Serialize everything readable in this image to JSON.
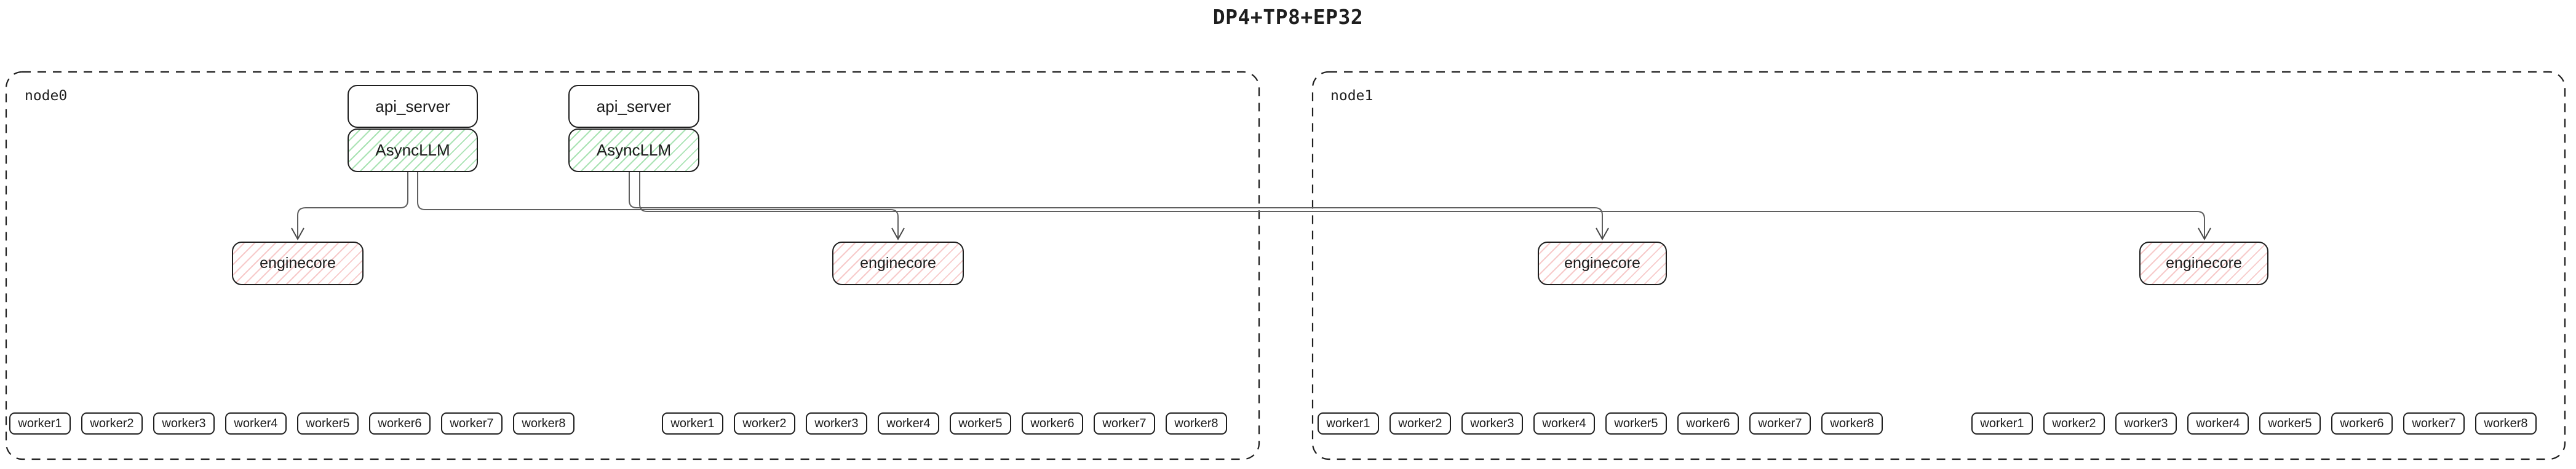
{
  "title": "DP4+TP8+EP32",
  "colors": {
    "background": "#ffffff",
    "box_border": "#1e1e1e",
    "connector": "#5f5f5f",
    "green_hatch": "#40c057",
    "red_hatch": "#e03131"
  },
  "nodes": [
    {
      "label": "node0",
      "stacks": [
        {
          "api_server": "api_server",
          "async_llm": "AsyncLLM"
        },
        {
          "api_server": "api_server",
          "async_llm": "AsyncLLM"
        }
      ],
      "enginecores": [
        {
          "label": "enginecore"
        },
        {
          "label": "enginecore"
        }
      ],
      "worker_groups": [
        {
          "workers": [
            "worker1",
            "worker2",
            "worker3",
            "worker4",
            "worker5",
            "worker6",
            "worker7",
            "worker8"
          ]
        },
        {
          "workers": [
            "worker1",
            "worker2",
            "worker3",
            "worker4",
            "worker5",
            "worker6",
            "worker7",
            "worker8"
          ]
        }
      ]
    },
    {
      "label": "node1",
      "stacks": [],
      "enginecores": [
        {
          "label": "enginecore"
        },
        {
          "label": "enginecore"
        }
      ],
      "worker_groups": [
        {
          "workers": [
            "worker1",
            "worker2",
            "worker3",
            "worker4",
            "worker5",
            "worker6",
            "worker7",
            "worker8"
          ]
        },
        {
          "workers": [
            "worker1",
            "worker2",
            "worker3",
            "worker4",
            "worker5",
            "worker6",
            "worker7",
            "worker8"
          ]
        }
      ]
    }
  ]
}
